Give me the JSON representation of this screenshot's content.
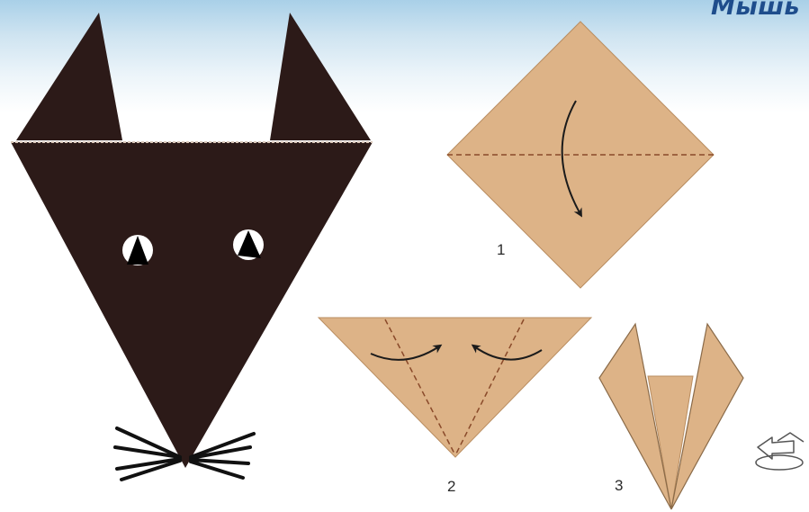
{
  "title": "Мышь",
  "steps": [
    {
      "number": "1"
    },
    {
      "number": "2"
    },
    {
      "number": "3"
    }
  ],
  "icons": {
    "turn_over": "turn-over-icon"
  },
  "colors": {
    "paper": "#ddb387",
    "paper_edge": "#b98d60",
    "mouse": "#2c1a18",
    "fold_line": "#8a4a2a",
    "arrow": "#1b1b1b",
    "title": "#1e4d8c"
  }
}
